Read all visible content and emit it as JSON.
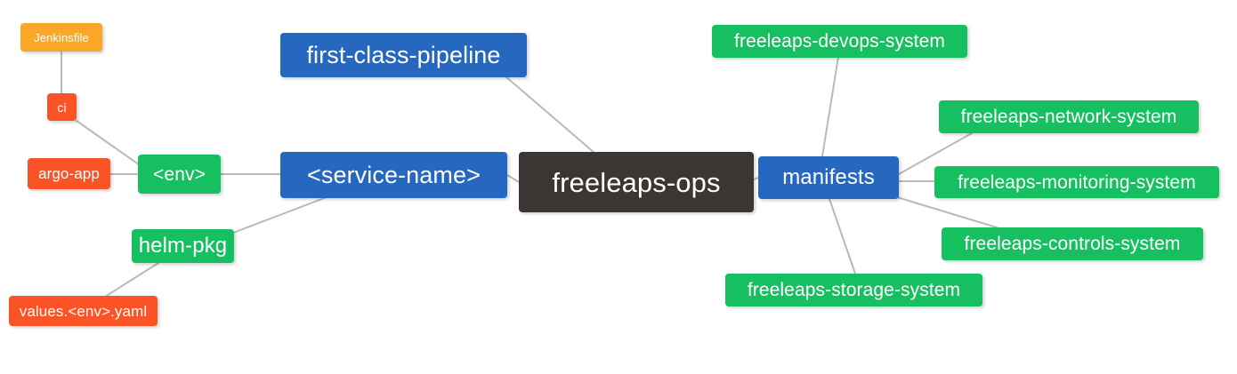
{
  "diagram": {
    "title": "freeleaps-ops repository structure mindmap",
    "type": "mindmap",
    "background_color": "#ffffff",
    "edge_color": "#b9b9b9",
    "palette": {
      "root": "#3b3634",
      "blue": "#2668bf",
      "green": "#16c060",
      "red": "#fa5326",
      "orange": "#faa627",
      "text": "#ffffff"
    }
  },
  "nodes": {
    "root": {
      "label": "freeleaps-ops",
      "color": "#3b3634"
    },
    "service_name": {
      "label": "<service-name>",
      "color": "#2668bf"
    },
    "first_class_pipeline": {
      "label": "first-class-pipeline",
      "color": "#2668bf"
    },
    "env": {
      "label": "<env>",
      "color": "#16c060"
    },
    "ci": {
      "label": "ci",
      "color": "#fa5326"
    },
    "jenkinsfile": {
      "label": "Jenkinsfile",
      "color": "#faa627"
    },
    "argo_app": {
      "label": "argo-app",
      "color": "#fa5326"
    },
    "helm_pkg": {
      "label": "helm-pkg",
      "color": "#16c060"
    },
    "values_yaml": {
      "label": "values.<env>.yaml",
      "color": "#fa5326"
    },
    "manifests": {
      "label": "manifests",
      "color": "#2668bf"
    },
    "devops_system": {
      "label": "freeleaps-devops-system",
      "color": "#16c060"
    },
    "network_system": {
      "label": "freeleaps-network-system",
      "color": "#16c060"
    },
    "monitoring_system": {
      "label": "freeleaps-monitoring-system",
      "color": "#16c060"
    },
    "controls_system": {
      "label": "freeleaps-controls-system",
      "color": "#16c060"
    },
    "storage_system": {
      "label": "freeleaps-storage-system",
      "color": "#16c060"
    }
  },
  "edges": [
    {
      "from": "root",
      "to": "service_name"
    },
    {
      "from": "root",
      "to": "first_class_pipeline"
    },
    {
      "from": "root",
      "to": "manifests"
    },
    {
      "from": "service_name",
      "to": "env"
    },
    {
      "from": "service_name",
      "to": "helm_pkg"
    },
    {
      "from": "env",
      "to": "ci"
    },
    {
      "from": "env",
      "to": "argo_app"
    },
    {
      "from": "ci",
      "to": "jenkinsfile"
    },
    {
      "from": "helm_pkg",
      "to": "values_yaml"
    },
    {
      "from": "manifests",
      "to": "devops_system"
    },
    {
      "from": "manifests",
      "to": "network_system"
    },
    {
      "from": "manifests",
      "to": "monitoring_system"
    },
    {
      "from": "manifests",
      "to": "controls_system"
    },
    {
      "from": "manifests",
      "to": "storage_system"
    }
  ]
}
